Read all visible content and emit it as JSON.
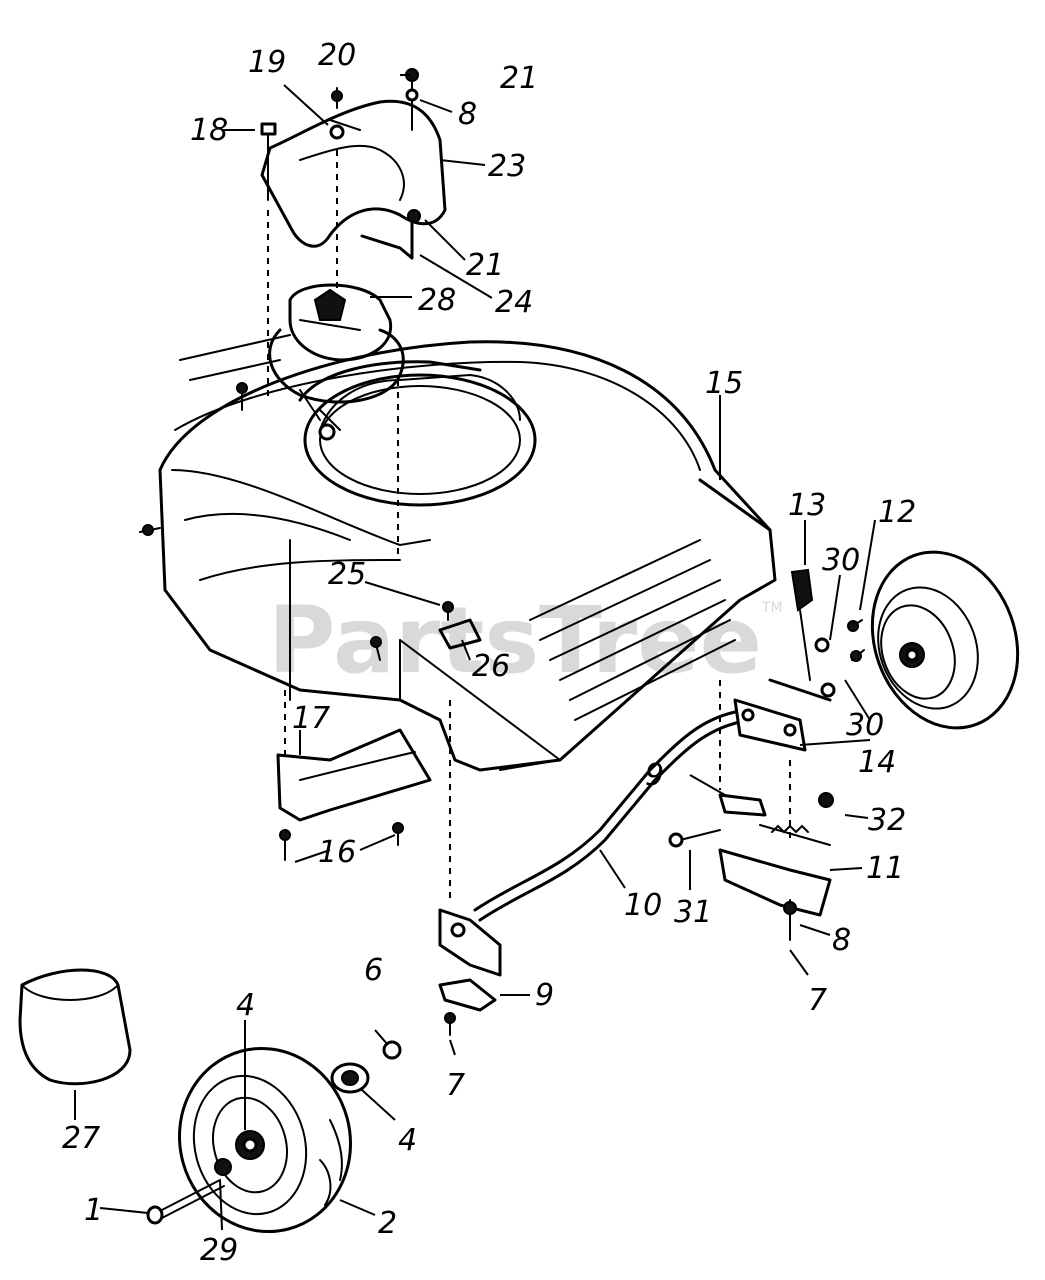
{
  "watermark": {
    "text": "PartsTree",
    "trademark": "TM"
  },
  "callouts": [
    {
      "id": "c1",
      "number": "1"
    },
    {
      "id": "c2",
      "number": "2"
    },
    {
      "id": "c4a",
      "number": "4"
    },
    {
      "id": "c4b",
      "number": "4"
    },
    {
      "id": "c6",
      "number": "6"
    },
    {
      "id": "c7a",
      "number": "7"
    },
    {
      "id": "c7b",
      "number": "7"
    },
    {
      "id": "c8a",
      "number": "8"
    },
    {
      "id": "c8b",
      "number": "8"
    },
    {
      "id": "c9a",
      "number": "9"
    },
    {
      "id": "c9b",
      "number": "9"
    },
    {
      "id": "c10",
      "number": "10"
    },
    {
      "id": "c11",
      "number": "11"
    },
    {
      "id": "c12",
      "number": "12"
    },
    {
      "id": "c13",
      "number": "13"
    },
    {
      "id": "c14",
      "number": "14"
    },
    {
      "id": "c15",
      "number": "15"
    },
    {
      "id": "c16",
      "number": "16"
    },
    {
      "id": "c17",
      "number": "17"
    },
    {
      "id": "c18",
      "number": "18"
    },
    {
      "id": "c19",
      "number": "19"
    },
    {
      "id": "c20",
      "number": "20"
    },
    {
      "id": "c21a",
      "number": "21"
    },
    {
      "id": "c21b",
      "number": "21"
    },
    {
      "id": "c23",
      "number": "23"
    },
    {
      "id": "c24",
      "number": "24"
    },
    {
      "id": "c25",
      "number": "25"
    },
    {
      "id": "c26",
      "number": "26"
    },
    {
      "id": "c27",
      "number": "27"
    },
    {
      "id": "c28",
      "number": "28"
    },
    {
      "id": "c29",
      "number": "29"
    },
    {
      "id": "c30a",
      "number": "30"
    },
    {
      "id": "c30b",
      "number": "30"
    },
    {
      "id": "c31",
      "number": "31"
    },
    {
      "id": "c32",
      "number": "32"
    }
  ]
}
